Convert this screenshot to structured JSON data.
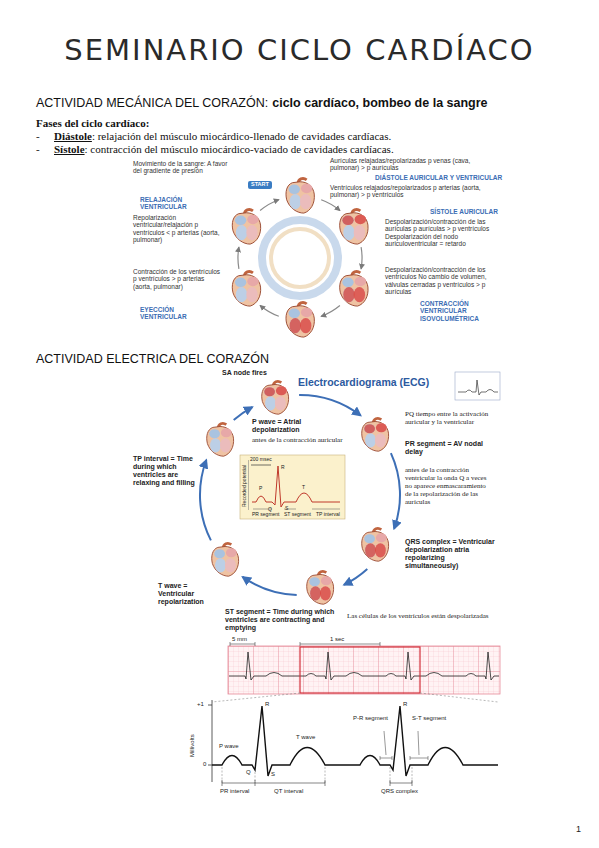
{
  "diagram": {
    "title": "SEMINARIO CICLO CARDÍACO",
    "nodes": [
      {
        "text": [
          "START"
        ]
      },
      {
        "text": [
          "200 msec",
          "R",
          "P",
          "Q",
          "S",
          "T",
          "PR segment",
          "ST segment",
          "TP interval",
          "Recorded potential"
        ]
      }
    ],
    "labels": [
      "ACTIVIDAD MECÁNICA DEL CORAZÓN:",
      "ciclo cardíaco, bombeo de la sangre",
      "Fases del ciclo cardíaco:",
      "-",
      "Diástole",
      ": relajación del músculo miocárdico-llenado de cavidades cardíacas.",
      "-",
      "Sístole",
      ": contracción del músculo miocárdico-vaciado de cavidades cardíacas.",
      "Movimiento de la sangre: A favor del gradiente de presión",
      "Aurículas relajadas/repolarizadas p venas (cava, pulmonar) > p aurículas",
      "DIÁSTOLE AURICULAR Y VENTRICULAR",
      "Ventrículos relajados/repolarizados p arterias (aorta, pulmonar) > p ventrículos",
      "SÍSTOLE AURICULAR",
      "Despolarización/contracción de las aurículas p aurículas > p ventrículos Despolarización del nodo auriculoventricular = retardo",
      "Despolarización/contracción de los ventrículos No cambio de volumen, válvulas cerradas p ventrículos > p aurículas",
      "CONTRACCIÓN VENTRICULAR ISOVOLUMÉTRICA",
      "RELAJACIÓN VENTRICULAR",
      "Repolarización ventricular/relajación p ventrículos < p arterias (aorta, pulmonar)",
      "Contracción de los ventrículos p ventrículos > p arterias (aorta, pulmonar)",
      "EYECCIÓN VENTRICULAR",
      "ACTIVIDAD ELECTRICA DEL CORAZÓN",
      "Electrocardiograma (ECG)",
      "SA node fires",
      "P wave = Atrial depolarization",
      "antes de la contracción auricular",
      "PQ tiempo entre la activación auricular y la ventricular",
      "PR segment = AV nodal delay",
      "antes de la contracción ventricular la onda Q a veces no aparece enmascaramiento de la repolarización de las aurículas",
      "QRS complex = Ventricular depolarization atria repolarizing simultaneously)",
      "ST segment = Time during which ventricles are contracting and emptying",
      "Las células de los ventrículos están despolarizadas",
      "T wave = Ventricular repolarization",
      "TP interval = Time during which ventricles are relaxing and filling",
      "5 mm",
      "1 sec",
      "+1",
      "0",
      "Millivolts",
      "P wave",
      "Q",
      "R",
      "S",
      "T wave",
      "R",
      "P-R segment",
      "S-T segment",
      "PR interval",
      "QT interval",
      "QRS complex",
      "1"
    ]
  }
}
